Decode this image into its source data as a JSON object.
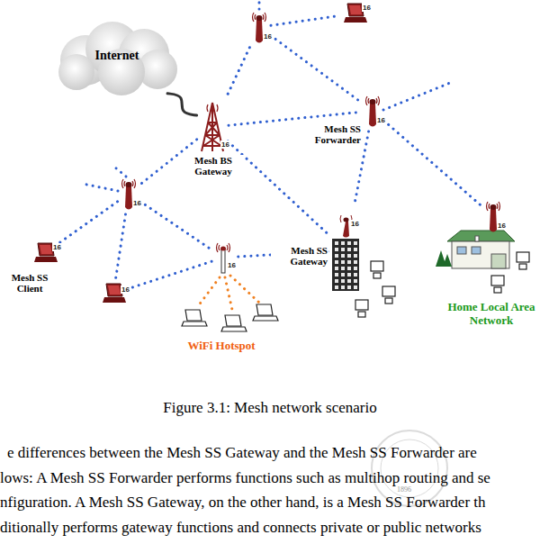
{
  "diagram": {
    "caption": "Figure 3.1: Mesh network scenario",
    "nodes": [
      {
        "text": [
          "Internet"
        ]
      },
      {
        "text": [
          "16"
        ]
      },
      {
        "text": [
          "16"
        ]
      },
      {
        "text": [
          "16",
          "Mesh BS Gateway"
        ]
      },
      {
        "text": [
          "16",
          "Mesh SS Forwarder"
        ]
      },
      {
        "text": [
          "16"
        ]
      },
      {
        "text": [
          "16",
          "Mesh SS Gateway"
        ]
      },
      {
        "text": [
          "16"
        ]
      },
      {
        "text": [
          "16"
        ]
      },
      {
        "text": [
          "16",
          "Mesh SS Client"
        ]
      },
      {
        "text": [
          "16"
        ]
      }
    ],
    "edges": [
      {
        "from": 0,
        "to": 3,
        "arrow": "none"
      },
      {
        "from": 1,
        "to": 2,
        "arrow": "none"
      },
      {
        "from": 1,
        "to": 3,
        "arrow": "none"
      },
      {
        "from": 1,
        "to": 4,
        "arrow": "none"
      },
      {
        "from": 3,
        "to": 4,
        "arrow": "none"
      },
      {
        "from": 3,
        "to": 5,
        "arrow": "none"
      },
      {
        "from": 3,
        "to": 6,
        "arrow": "none"
      },
      {
        "from": 4,
        "to": 6,
        "arrow": "none"
      },
      {
        "from": 4,
        "to": 7,
        "arrow": "none"
      },
      {
        "from": 5,
        "to": 9,
        "arrow": "none"
      },
      {
        "from": 5,
        "to": 10,
        "arrow": "none"
      },
      {
        "from": 5,
        "to": 8,
        "arrow": "none"
      },
      {
        "from": 6,
        "to": 8,
        "arrow": "none"
      },
      {
        "from": 8,
        "to": 10,
        "arrow": "none"
      }
    ],
    "labels": [
      "Home Local Area Network",
      "WiFi Hotspot",
      "e differences between the Mesh SS Gateway and the Mesh SS Forwarder are",
      "lows: A Mesh SS Forwarder performs functions such as multihop routing and se",
      "nfiguration. A Mesh SS Gateway, on the other hand, is a Mesh SS Forwarder th",
      "ditionally performs gateway functions and connects private or public networks",
      "1896"
    ]
  }
}
